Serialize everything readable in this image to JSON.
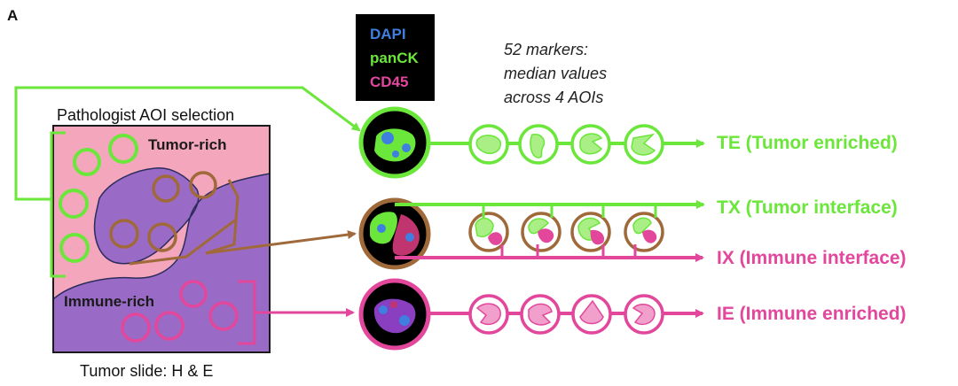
{
  "panel_letter": "A",
  "slide": {
    "title": "Pathologist AOI selection",
    "caption": "Tumor slide: H & E",
    "tumor_label": "Tumor-rich",
    "immune_label": "Immune-rich"
  },
  "legend": {
    "dapi": "DAPI",
    "panck": "panCK",
    "cd45": "CD45"
  },
  "markers_note": [
    "52 markers:",
    "median values",
    "across 4 AOIs"
  ],
  "classes": {
    "te": "TE (Tumor enriched)",
    "tx": "TX (Tumor interface)",
    "ix": "IX (Immune interface)",
    "ie": "IE (Immune enriched)"
  },
  "colors": {
    "green": "#6be63a",
    "brown": "#a0693a",
    "magenta": "#e2479c",
    "dapi_blue": "#3f7fe0",
    "tissue_pink": "#f4a6bd",
    "tissue_purple": "#9a6bc6"
  }
}
